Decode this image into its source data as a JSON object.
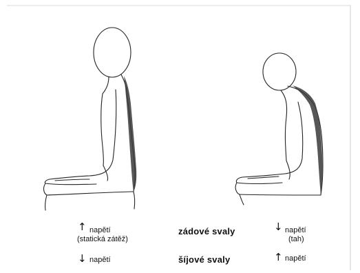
{
  "left_figure": {
    "tension_line1": "napětí",
    "tension_line2": "(statická zátěž)",
    "arrow_up": "↑",
    "neck_tension": "napětí",
    "arrow_down": "↓"
  },
  "center": {
    "back_muscles": "zádové svaly",
    "neck_muscles": "šíjové svaly"
  },
  "right_figure": {
    "tension_line1": "napětí",
    "tension_line2": "(tah)",
    "arrow_down": "↓",
    "neck_tension": "napětí",
    "arrow_up": "↑"
  }
}
